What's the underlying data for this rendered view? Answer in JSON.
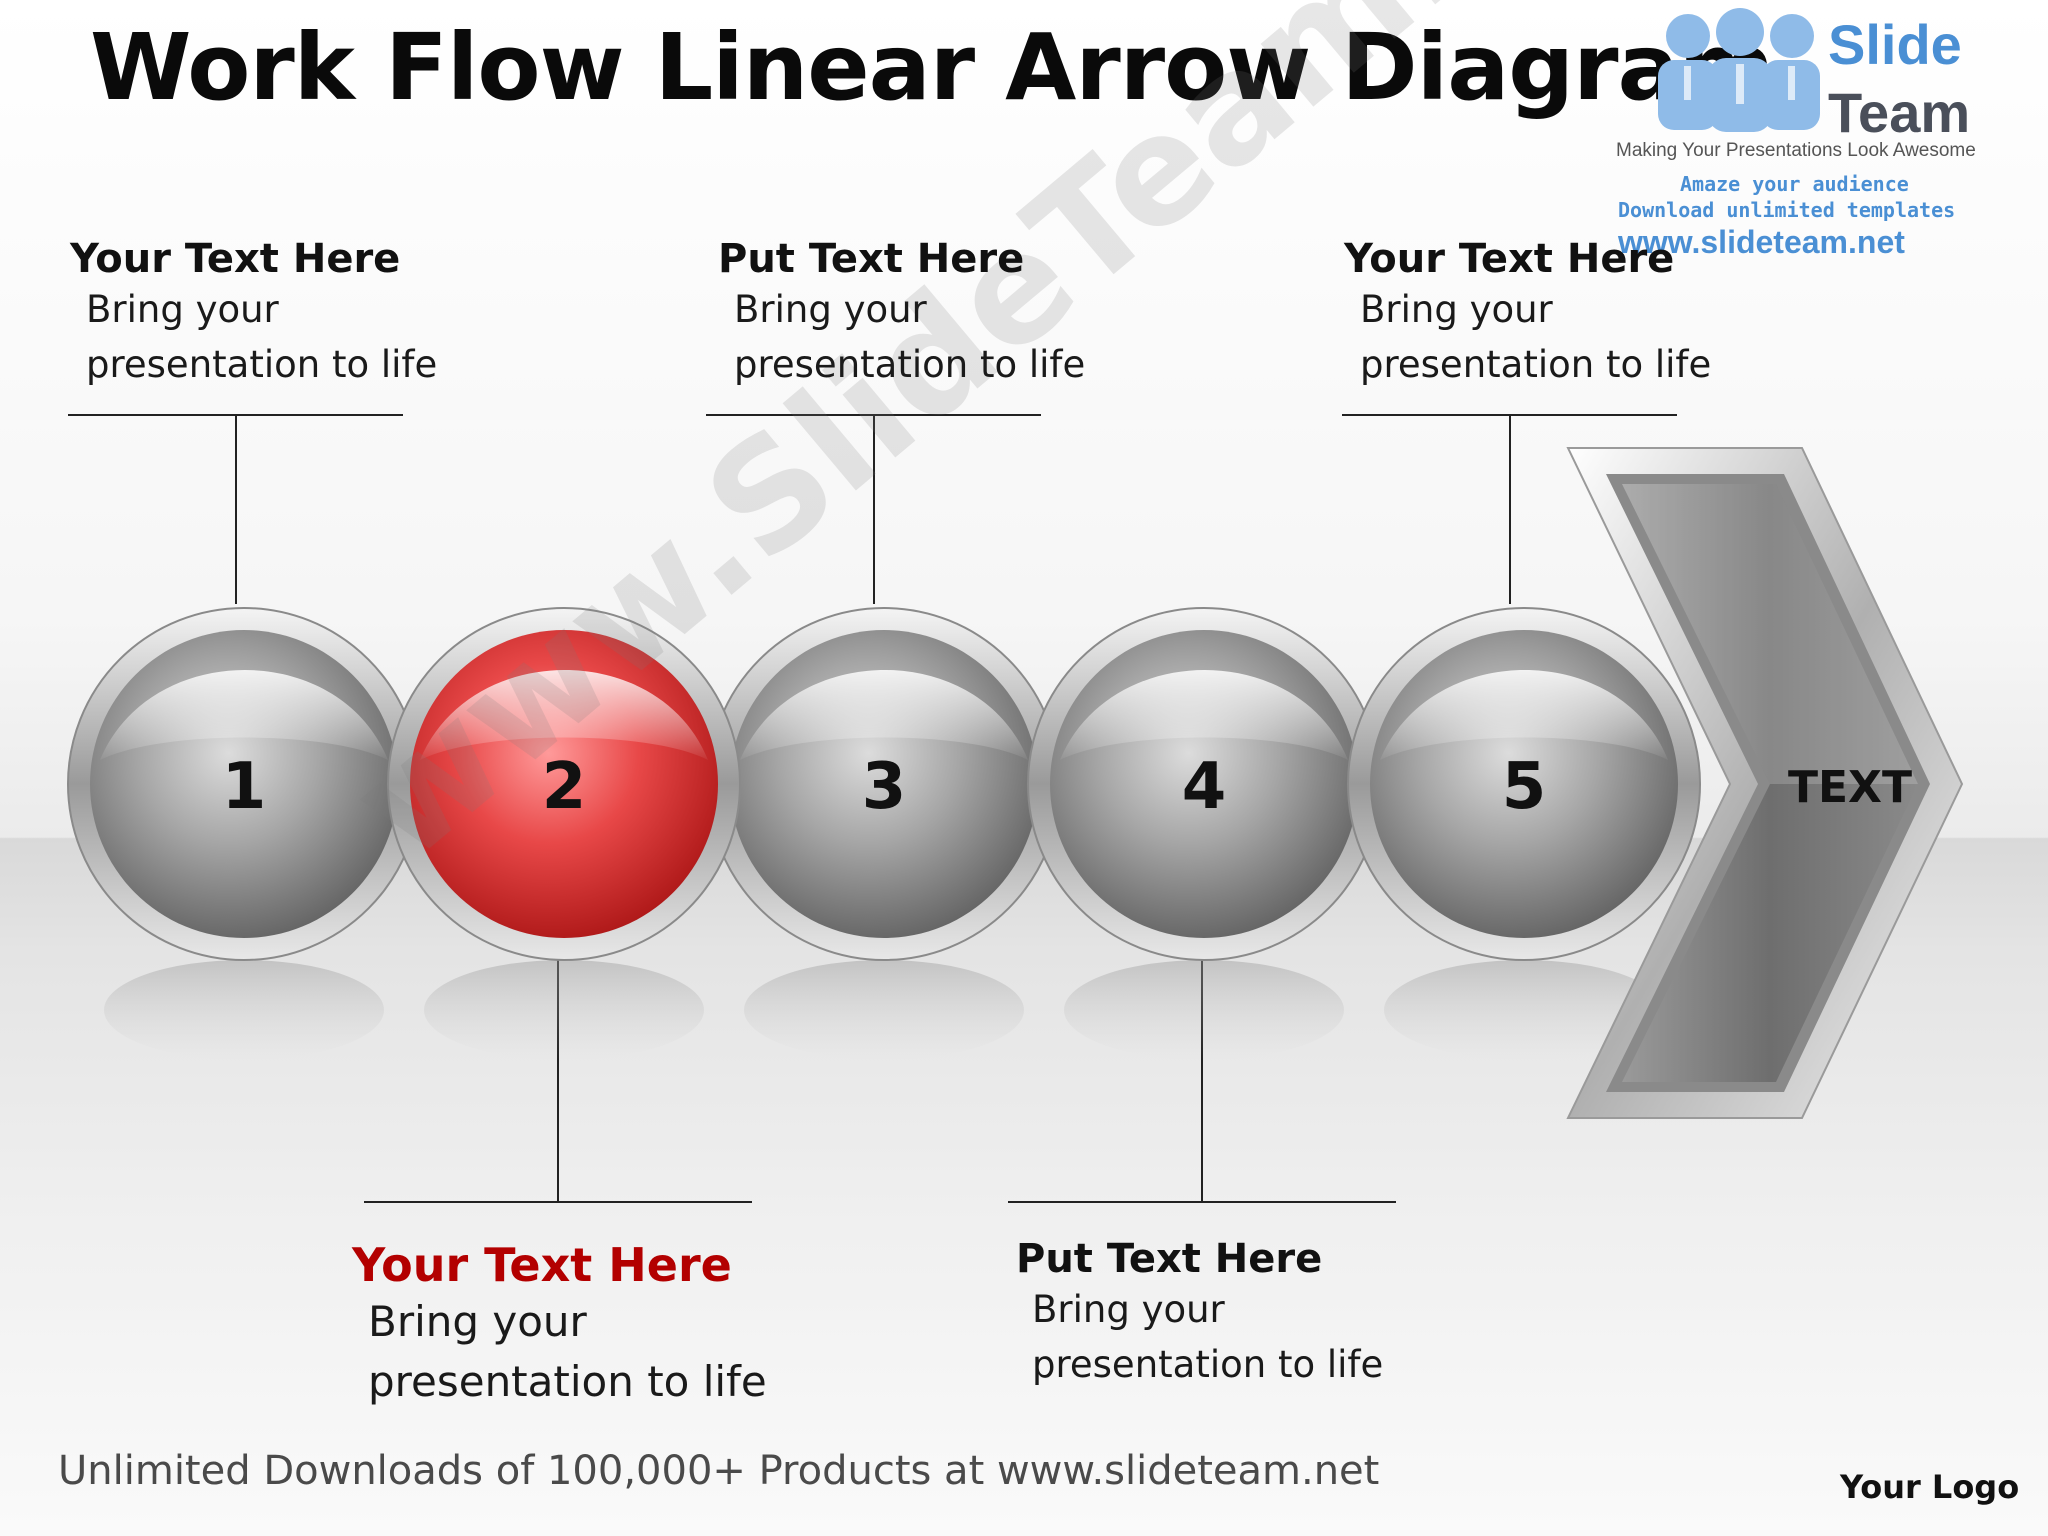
{
  "title": "Work Flow Linear Arrow Diagram",
  "brand": {
    "slide": "Slide",
    "team": "Team",
    "tagline": "Making Your Presentations Look Awesome",
    "line1": "Amaze your audience",
    "line2": "Download unlimited templates",
    "url": "www.slideteam.net"
  },
  "callouts": [
    {
      "heading": "Your Text Here",
      "line1": "Bring your",
      "line2": "presentation to life"
    },
    {
      "heading": "Your Text Here",
      "line1": "Bring your",
      "line2": "presentation to life",
      "highlight": true
    },
    {
      "heading": "Put Text Here",
      "line1": "Bring your",
      "line2": "presentation to life"
    },
    {
      "heading": "Put Text Here",
      "line1": "Bring your",
      "line2": "presentation to life"
    },
    {
      "heading": "Your Text Here",
      "line1": "Bring your",
      "line2": "presentation to life"
    }
  ],
  "steps": [
    "1",
    "2",
    "3",
    "4",
    "5"
  ],
  "arrow_label": "TEXT",
  "watermark": "www.SlideTeam.net",
  "footer": "Unlimited Downloads of 100,000+ Products at www.slideteam.net",
  "logo": "Your Logo",
  "colors": {
    "accent": "#c81e1e",
    "sphere": "#8c8c8c",
    "brand_blue": "#4a8fd4",
    "heading_red": "#b30000"
  }
}
